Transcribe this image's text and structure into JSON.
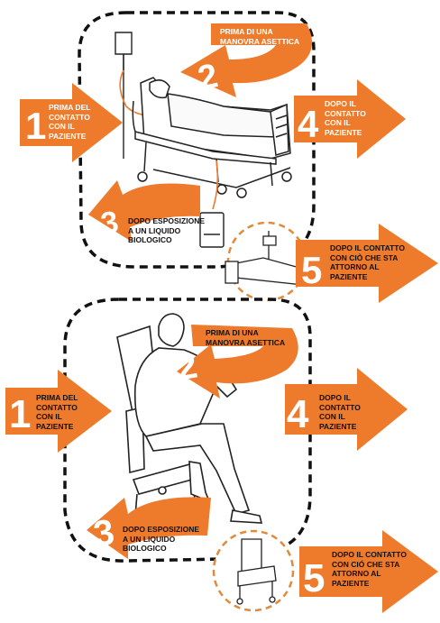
{
  "colors": {
    "arrow": "#ee7a2c",
    "arrow_dark": "#d8661a",
    "dash": "#111111",
    "line": "#222222"
  },
  "panels": [
    {
      "scene": "patient-bed",
      "moments": [
        {
          "number": "1",
          "lines": [
            "PRIMA DEL",
            "CONTATTO",
            "CON IL",
            "PAZIENTE"
          ]
        },
        {
          "number": "2",
          "lines": [
            "PRIMA DI UNA",
            "MANOVRA ASETTICA"
          ]
        },
        {
          "number": "3",
          "lines": [
            "DOPO ESPOSIZIONE",
            "A UN LIQUIDO",
            "BIOLOGICO"
          ]
        },
        {
          "number": "4",
          "lines": [
            "DOPO IL",
            "CONTATTO",
            "CON IL",
            "PAZIENTE"
          ]
        },
        {
          "number": "5",
          "lines": [
            "DOPO IL CONTATTO",
            "CON CIÒ CHE STA",
            "ATTORNO AL",
            "PAZIENTE"
          ]
        }
      ]
    },
    {
      "scene": "patient-chair",
      "moments": [
        {
          "number": "1",
          "lines": [
            "PRIMA DEL",
            "CONTATTO",
            "CON IL",
            "PAZIENTE"
          ]
        },
        {
          "number": "2",
          "lines": [
            "PRIMA DI UNA",
            "MANOVRA ASETTICA"
          ]
        },
        {
          "number": "3",
          "lines": [
            "DOPO ESPOSIZIONE",
            "A UN LIQUIDO",
            "BIOLOGICO"
          ]
        },
        {
          "number": "4",
          "lines": [
            "DOPO IL",
            "CONTATTO",
            "CON IL",
            "PAZIENTE"
          ]
        },
        {
          "number": "5",
          "lines": [
            "DOPO IL CONTATTO",
            "CON CIÓ CHE STA",
            "ATTORNO AL",
            "PAZIENTE"
          ]
        }
      ]
    }
  ]
}
